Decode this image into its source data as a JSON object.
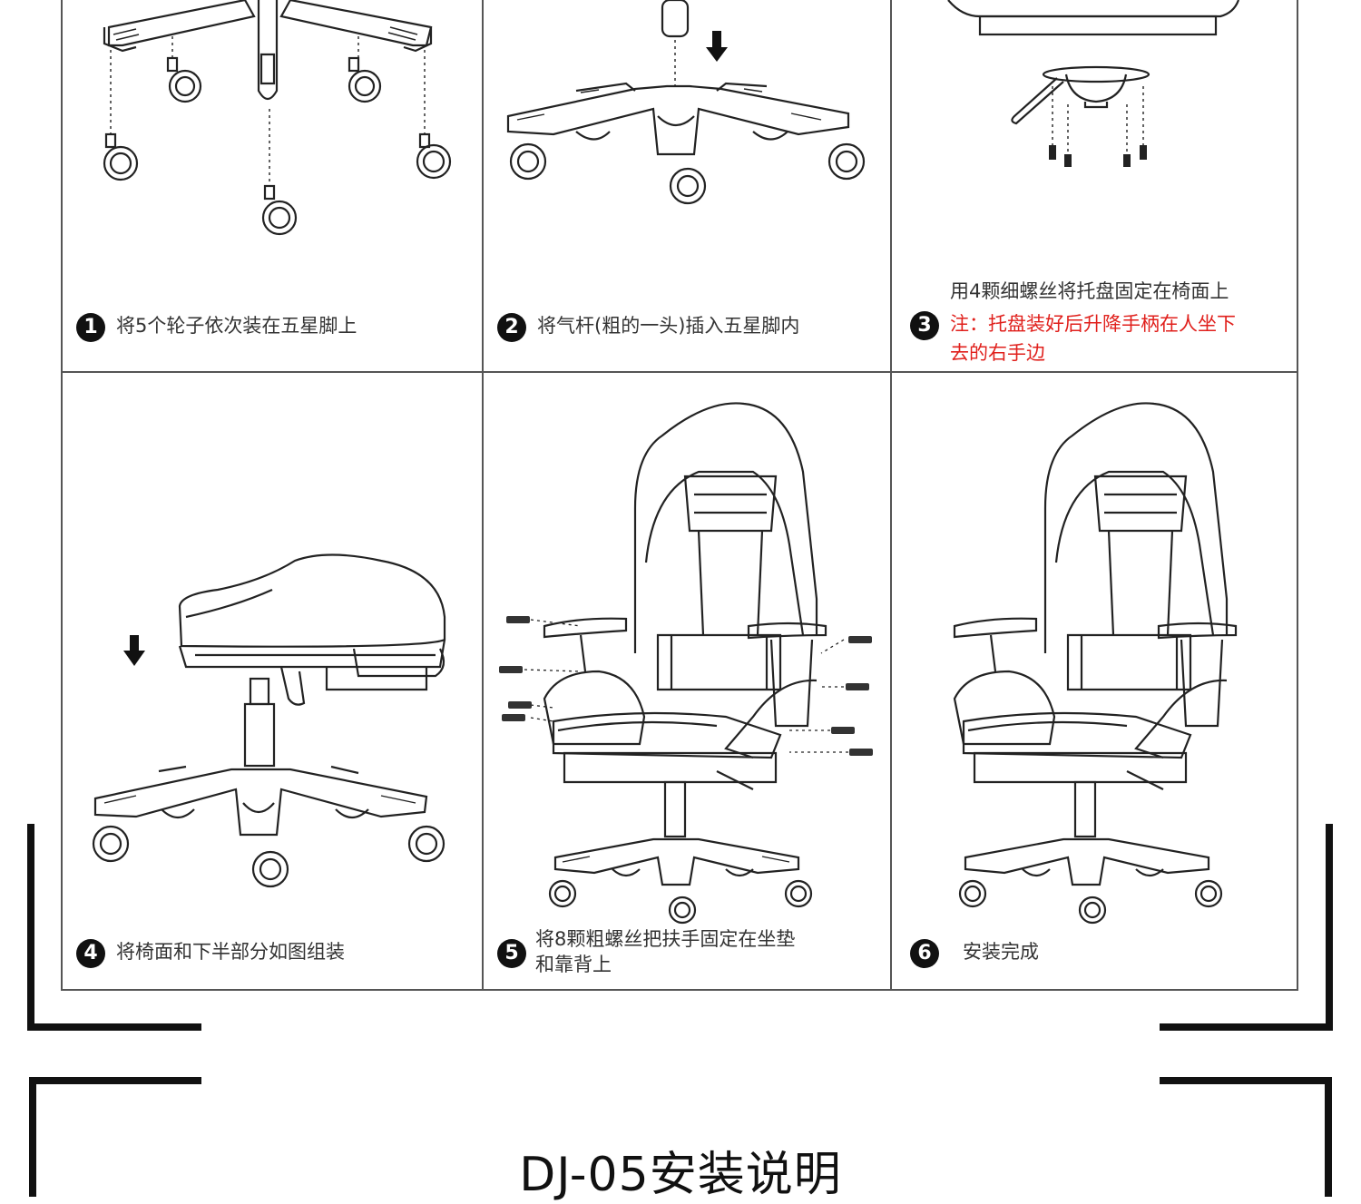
{
  "steps": [
    {
      "number": "1",
      "caption": "将5个轮子依次装在五星脚上"
    },
    {
      "number": "2",
      "caption": "将气杆(粗的一头)插入五星脚内"
    },
    {
      "number": "3",
      "caption": "用4颗细螺丝将托盘固定在椅面上",
      "note_line1": "注：托盘装好后升降手柄在人坐下",
      "note_line2": "去的右手边"
    },
    {
      "number": "4",
      "caption": "将椅面和下半部分如图组装"
    },
    {
      "number": "5",
      "caption_line1": "将8颗粗螺丝把扶手固定在坐垫",
      "caption_line2": "和靠背上"
    },
    {
      "number": "6",
      "caption": "安装完成"
    }
  ],
  "title": "DJ-05安装说明",
  "colors": {
    "note": "#e0201c",
    "line": "#555555",
    "ink": "#111111"
  }
}
